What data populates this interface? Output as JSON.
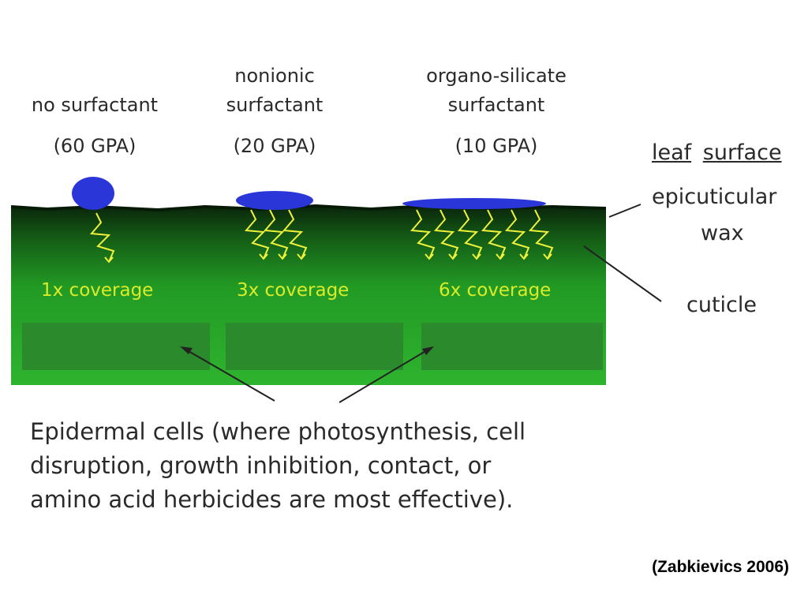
{
  "columns": [
    {
      "label_lines": [
        "no surfactant"
      ],
      "gpa": "(60 GPA)",
      "coverage": "1x coverage"
    },
    {
      "label_lines": [
        "nonionic",
        "surfactant"
      ],
      "gpa": "(20 GPA)",
      "coverage": "3x coverage"
    },
    {
      "label_lines": [
        "organo-silicate",
        "surfactant"
      ],
      "gpa": "(10 GPA)",
      "coverage": "6x coverage"
    }
  ],
  "side_labels": {
    "leaf": "leaf",
    "surface": "surface",
    "epicuticular": "epicuticular",
    "wax": "wax",
    "cuticle": "cuticle"
  },
  "caption_lines": [
    "Epidermal cells (where photosynthesis, cell",
    "disruption, growth inhibition, contact, or",
    "amino acid herbicides are most effective)."
  ],
  "citation": "(Zabkievics 2006)",
  "colors": {
    "droplet": "#2b36d9",
    "leaf_top": "#0c2e0c",
    "leaf_bottom": "#2fb42f",
    "cells": "#2a8a2c",
    "arrows": "#eef23a",
    "coverage_text": "#d9ec2a"
  }
}
